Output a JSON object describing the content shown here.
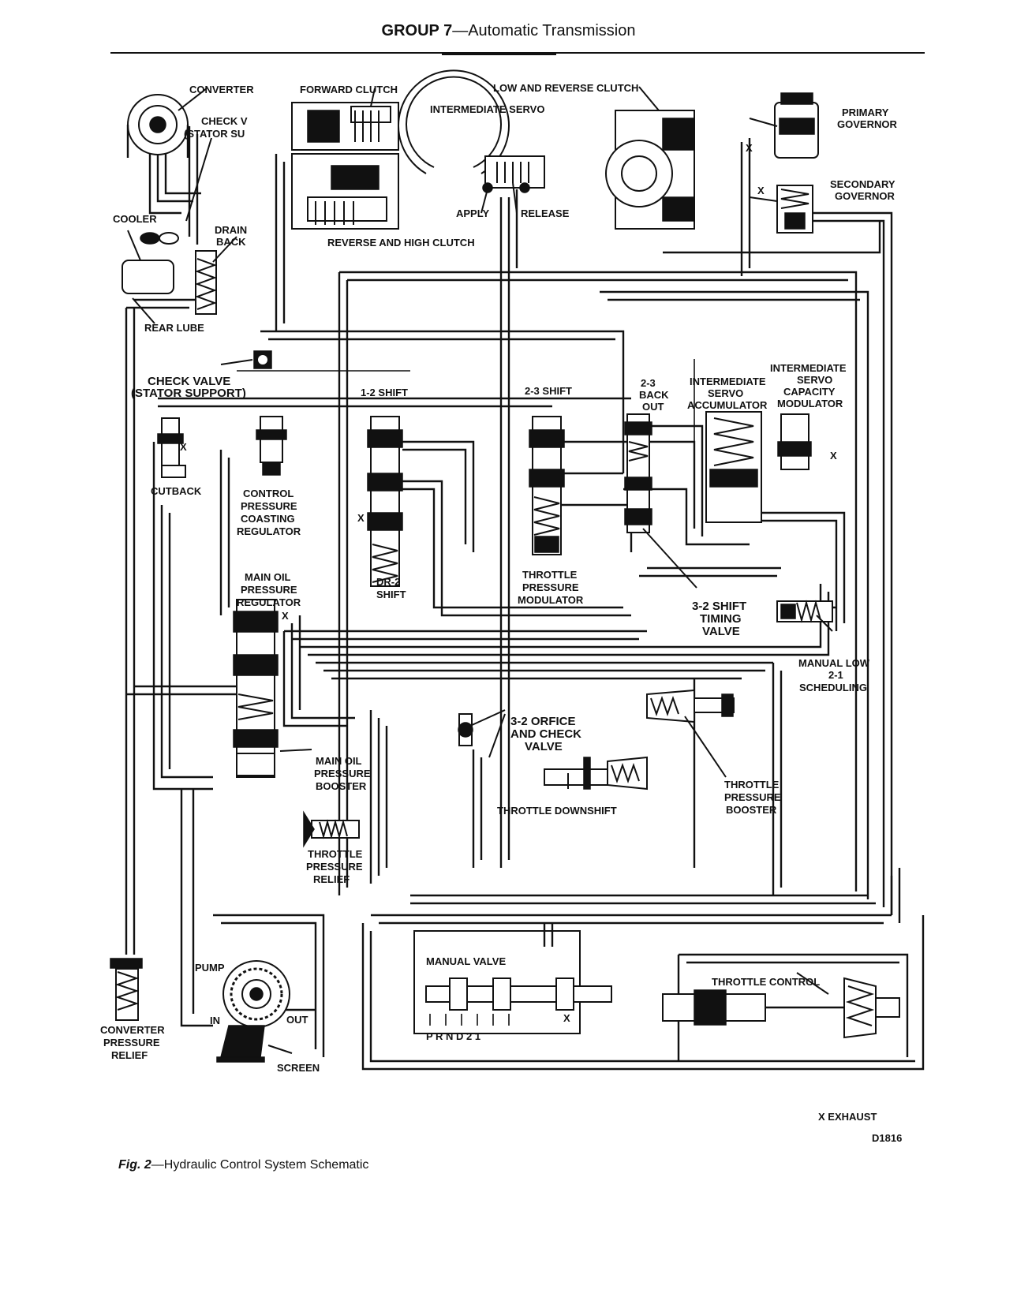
{
  "header": {
    "group": "GROUP",
    "number": "7",
    "title": "—Automatic Transmission"
  },
  "labels": {
    "converter": "CONVERTER",
    "check_v_1": "CHECK V",
    "check_v_2": "(STATOR SU",
    "cooler": "COOLER",
    "drain_1": "DRAIN",
    "drain_2": "BACK",
    "rear_lube": "REAR LUBE",
    "forward_clutch": "FORWARD CLUTCH",
    "intermediate_servo": "INTERMEDIATE SERVO",
    "low_reverse_clutch": "LOW AND REVERSE CLUTCH",
    "apply": "APPLY",
    "release": "RELEASE",
    "reverse_high_clutch": "REVERSE AND HIGH CLUTCH",
    "primary_governor_1": "PRIMARY",
    "primary_governor_2": "GOVERNOR",
    "secondary_governor_1": "SECONDARY",
    "secondary_governor_2": "GOVERNOR",
    "check_valve_1": "CHECK VALVE",
    "check_valve_2": "(STATOR SUPPORT)",
    "shift_12": "1-2 SHIFT",
    "shift_23": "2-3 SHIFT",
    "backout_1": "2-3",
    "backout_2": "BACK",
    "backout_3": "OUT",
    "int_servo_acc_1": "INTERMEDIATE",
    "int_servo_acc_2": "SERVO",
    "int_servo_acc_3": "ACCUMULATOR",
    "int_servo_cap_1": "INTERMEDIATE",
    "int_servo_cap_2": "SERVO",
    "int_servo_cap_3": "CAPACITY",
    "int_servo_cap_4": "MODULATOR",
    "cutback": "CUTBACK",
    "cpcr_1": "CONTROL",
    "cpcr_2": "PRESSURE",
    "cpcr_3": "COASTING",
    "cpcr_4": "REGULATOR",
    "dr2_1": "DR-2",
    "dr2_2": "SHIFT",
    "tpm_1": "THROTTLE",
    "tpm_2": "PRESSURE",
    "tpm_3": "MODULATOR",
    "mopr_1": "MAIN OIL",
    "mopr_2": "PRESSURE",
    "mopr_3": "REGULATOR",
    "shift32_1": "3-2 SHIFT",
    "shift32_2": "TIMING",
    "shift32_3": "VALVE",
    "manual_low_1": "MANUAL LOW",
    "manual_low_2": "2-1",
    "manual_low_3": "SCHEDULING",
    "orifice_1": "3-2 ORFICE",
    "orifice_2": "AND CHECK",
    "orifice_3": "VALVE",
    "mopb_1": "MAIN OIL",
    "mopb_2": "PRESSURE",
    "mopb_3": "BOOSTER",
    "throttle_downshift": "THROTTLE DOWNSHIFT",
    "tpb_1": "THROTTLE",
    "tpb_2": "PRESSURE",
    "tpb_3": "BOOSTER",
    "tpr_1": "THROTTLE",
    "tpr_2": "PRESSURE",
    "tpr_3": "RELIEF",
    "manual_valve": "MANUAL VALVE",
    "prnd21": "P R N D 2 1",
    "throttle_control": "THROTTLE CONTROL",
    "pump": "PUMP",
    "in": "IN",
    "out": "OUT",
    "screen": "SCREEN",
    "cpr_1": "CONVERTER",
    "cpr_2": "PRESSURE",
    "cpr_3": "RELIEF",
    "exhaust": "X EXHAUST",
    "code": "D1816",
    "x": "X"
  },
  "caption": {
    "fig": "Fig. 2",
    "text": "—Hydraulic Control System Schematic"
  }
}
